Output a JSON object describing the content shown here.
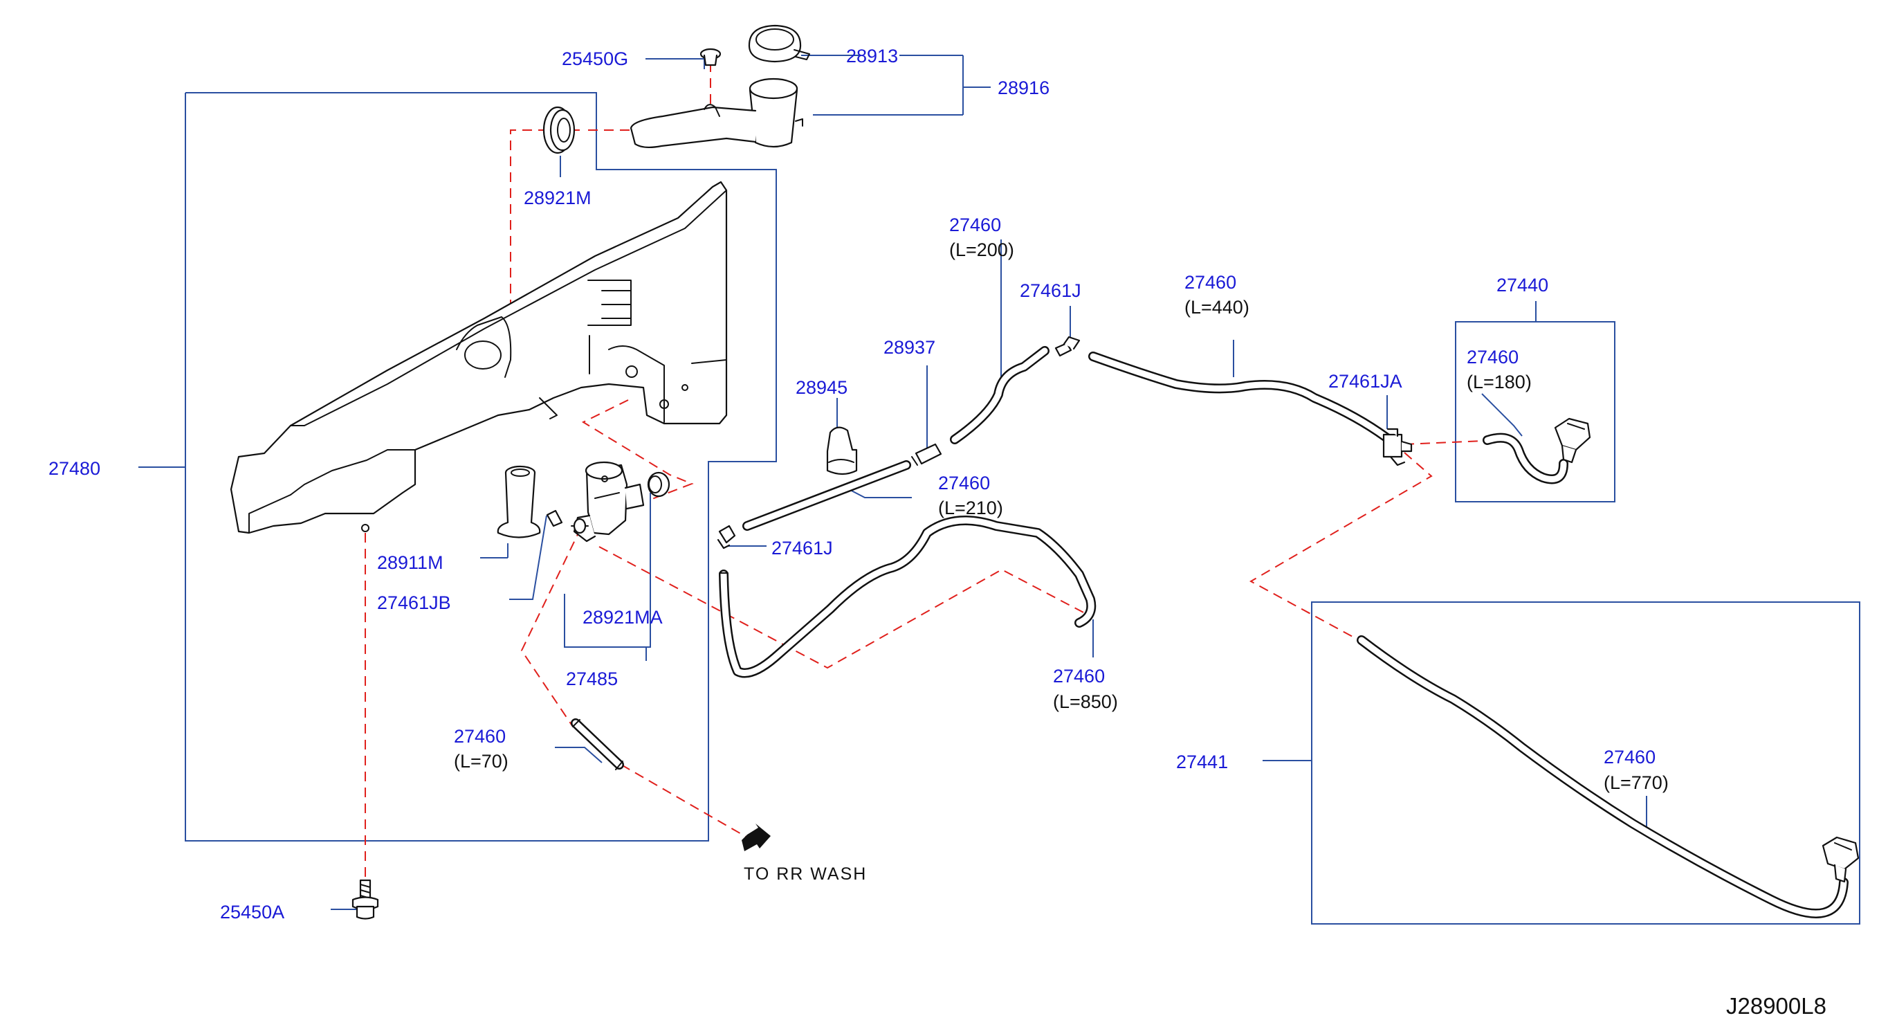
{
  "labels": {
    "p25450G": "25450G",
    "p28913": "28913",
    "p28916": "28916",
    "p28921M": "28921M",
    "p27480": "27480",
    "p28911M": "28911M",
    "p27461JB": "27461JB",
    "p28921MA": "28921MA",
    "p27485": "27485",
    "p27460_70": "27460",
    "len_70": "(L=70)",
    "p25450A": "25450A",
    "to_rr_wash": "TO   RR   WASH",
    "p27460_200": "27460",
    "len_200": "(L=200)",
    "p27461J_top": "27461J",
    "p28937": "28937",
    "p28945": "28945",
    "p27460_210": "27460",
    "len_210": "(L=210)",
    "p27461J_mid": "27461J",
    "p27460_850": "27460",
    "len_850": "(L=850)",
    "p27460_440": "27460",
    "len_440": "(L=440)",
    "p27461JA": "27461JA",
    "p27440": "27440",
    "p27460_180": "27460",
    "len_180": "(L=180)",
    "p27441": "27441",
    "p27460_770": "27460",
    "len_770": "(L=770)",
    "diagram_code": "J28900L8"
  },
  "colors": {
    "part_number": "#1a1ad6",
    "leader_line": "#2a4fa0",
    "dashed_connection": "#e0201c",
    "outline": "#111111"
  }
}
